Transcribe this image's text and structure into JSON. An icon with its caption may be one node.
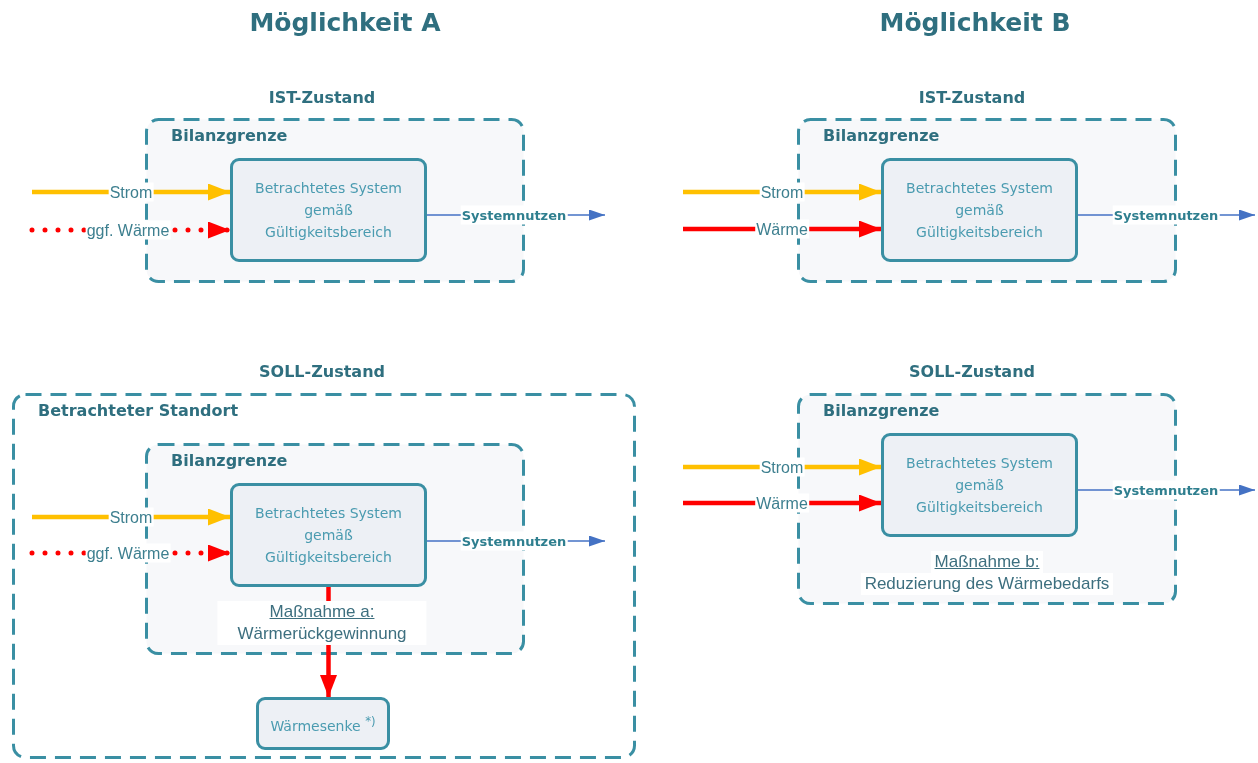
{
  "diagram": {
    "nodes": [
      {
        "text": [
          "Bilanzgrenze"
        ]
      },
      {
        "text": [
          "Betrachtetes System gemäß Gültigkeitsbereich"
        ],
        "in": 0
      },
      {
        "text": [
          "Bilanzgrenze"
        ]
      },
      {
        "text": [
          "Betrachtetes System gemäß Gültigkeitsbereich"
        ],
        "in": 2
      },
      {
        "text": [
          "Betrachteter Standort"
        ]
      },
      {
        "text": [
          "Bilanzgrenze"
        ],
        "in": 4
      },
      {
        "text": [
          "Betrachtetes System gemäß Gültigkeitsbereich"
        ],
        "in": 5
      },
      {
        "text": [
          "Wärmesenke $^{*)}$"
        ],
        "in": 4
      },
      {
        "text": [
          "Bilanzgrenze",
          "Maßnahme b:",
          "Reduzierung des Wärmebedarfs"
        ]
      },
      {
        "text": [
          "Betrachtetes System gemäß Gültigkeitsbereich"
        ],
        "in": 8
      }
    ],
    "edges": [
      {
        "from": null,
        "to": 1,
        "arrow": "to",
        "label": "Strom",
        "color": "#ffc000"
      },
      {
        "from": null,
        "to": 1,
        "arrow": "to",
        "label": "ggf. Wärme",
        "style": "dashed",
        "color": "#ff0000"
      },
      {
        "from": 1,
        "to": null,
        "arrow": "to",
        "label": "Systemnutzen",
        "color": "#4472c4"
      },
      {
        "from": null,
        "to": 3,
        "arrow": "to",
        "label": "Strom",
        "color": "#ffc000"
      },
      {
        "from": null,
        "to": 3,
        "arrow": "to",
        "label": "Wärme",
        "color": "#ff0000"
      },
      {
        "from": 3,
        "to": null,
        "arrow": "to",
        "label": "Systemnutzen",
        "color": "#4472c4"
      },
      {
        "from": null,
        "to": 6,
        "arrow": "to",
        "label": "Strom",
        "color": "#ffc000"
      },
      {
        "from": null,
        "to": 6,
        "arrow": "to",
        "label": "ggf. Wärme",
        "style": "dashed",
        "color": "#ff0000"
      },
      {
        "from": 6,
        "to": null,
        "arrow": "to",
        "label": "Systemnutzen",
        "color": "#4472c4"
      },
      {
        "from": 6,
        "to": 7,
        "arrow": "to",
        "label": "Maßnahme a: Wärmerückgewinnung",
        "color": "#ff0000"
      },
      {
        "from": null,
        "to": 9,
        "arrow": "to",
        "label": "Strom",
        "color": "#ffc000"
      },
      {
        "from": null,
        "to": 9,
        "arrow": "to",
        "label": "Wärme",
        "color": "#ff0000"
      },
      {
        "from": 9,
        "to": null,
        "arrow": "to",
        "label": "Systemnutzen",
        "color": "#4472c4"
      }
    ],
    "labels": [
      "Möglichkeit A",
      "Möglichkeit B",
      "IST-Zustand",
      "IST-Zustand",
      "SOLL-Zustand",
      "SOLL-Zustand"
    ]
  }
}
